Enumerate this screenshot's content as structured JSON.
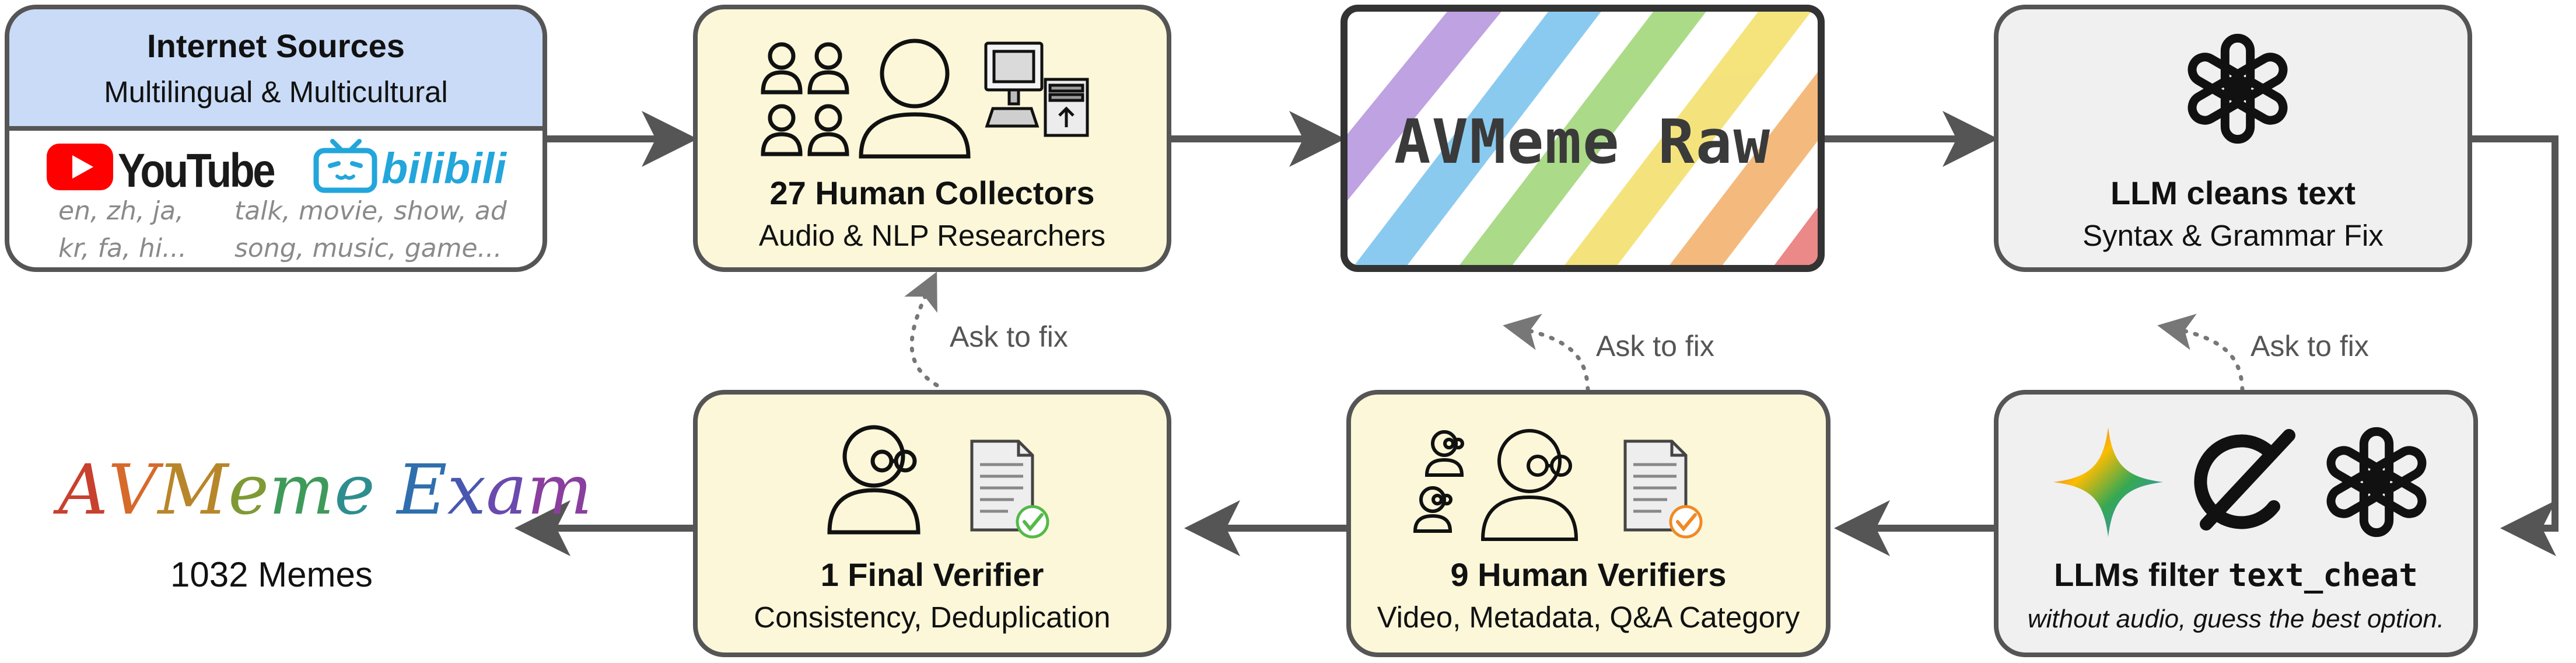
{
  "internet_sources": {
    "title": "Internet Sources",
    "subtitle": "Multilingual & Multicultural",
    "youtube_label": "YouTube",
    "bilibili_label": "bilibili",
    "languages_line1": "en, zh, ja,",
    "languages_line2": "kr, fa, hi...",
    "categories_line1": "talk, movie, show, ad",
    "categories_line2": "song, music, game..."
  },
  "collectors": {
    "title": "27 Human Collectors",
    "subtitle": "Audio & NLP Researchers"
  },
  "raw": {
    "title": "AVMeme Raw"
  },
  "llm_clean": {
    "title": "LLM cleans text",
    "subtitle": "Syntax & Grammar Fix"
  },
  "llm_filter": {
    "title_prefix": "LLMs filter",
    "title_code": "text_cheat",
    "subtitle": "without audio, guess the best option."
  },
  "human_verifiers": {
    "title": "9 Human Verifiers",
    "subtitle": "Video, Metadata, Q&A Category"
  },
  "final_verifier": {
    "title": "1 Final Verifier",
    "subtitle": "Consistency, Deduplication"
  },
  "exam": {
    "title": "AVMeme Exam",
    "count_label": "1032 Memes"
  },
  "feedback": {
    "ask1": "Ask to fix",
    "ask2": "Ask to fix",
    "ask3": "Ask to fix"
  },
  "colors": {
    "box_border": "#555555",
    "yellow_fill": "#fbf7d8",
    "gray_fill": "#f0f0f0",
    "source_header": "#c9dbf6",
    "youtube_red": "#ff0000",
    "bilibili_blue": "#22a6db",
    "check_green": "#54b948",
    "check_orange": "#f08a24"
  },
  "icons": [
    "people-group-icon",
    "computer-icon",
    "openai-logo-icon",
    "gemini-logo-icon",
    "grok-logo-icon",
    "reviewer-icon",
    "document-check-icon"
  ]
}
